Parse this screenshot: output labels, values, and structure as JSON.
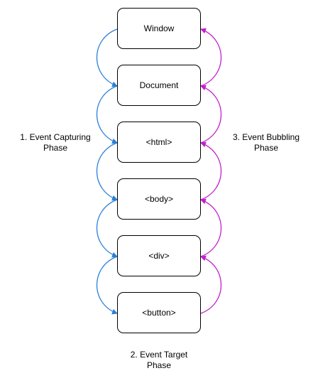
{
  "diagram": {
    "nodes": [
      {
        "id": "window",
        "label": "Window"
      },
      {
        "id": "document",
        "label": "Document"
      },
      {
        "id": "html",
        "label": "<html>"
      },
      {
        "id": "body",
        "label": "<body>"
      },
      {
        "id": "div",
        "label": "<div>"
      },
      {
        "id": "button",
        "label": "<button>"
      }
    ],
    "phases": {
      "capturing": {
        "line1": "1. Event Capturing",
        "line2": "Phase",
        "color": "#2b7fd8"
      },
      "target": {
        "line1": "2. Event Target",
        "line2": "Phase"
      },
      "bubbling": {
        "line1": "3. Event Bubbling",
        "line2": "Phase",
        "color": "#c21fcc"
      }
    }
  }
}
